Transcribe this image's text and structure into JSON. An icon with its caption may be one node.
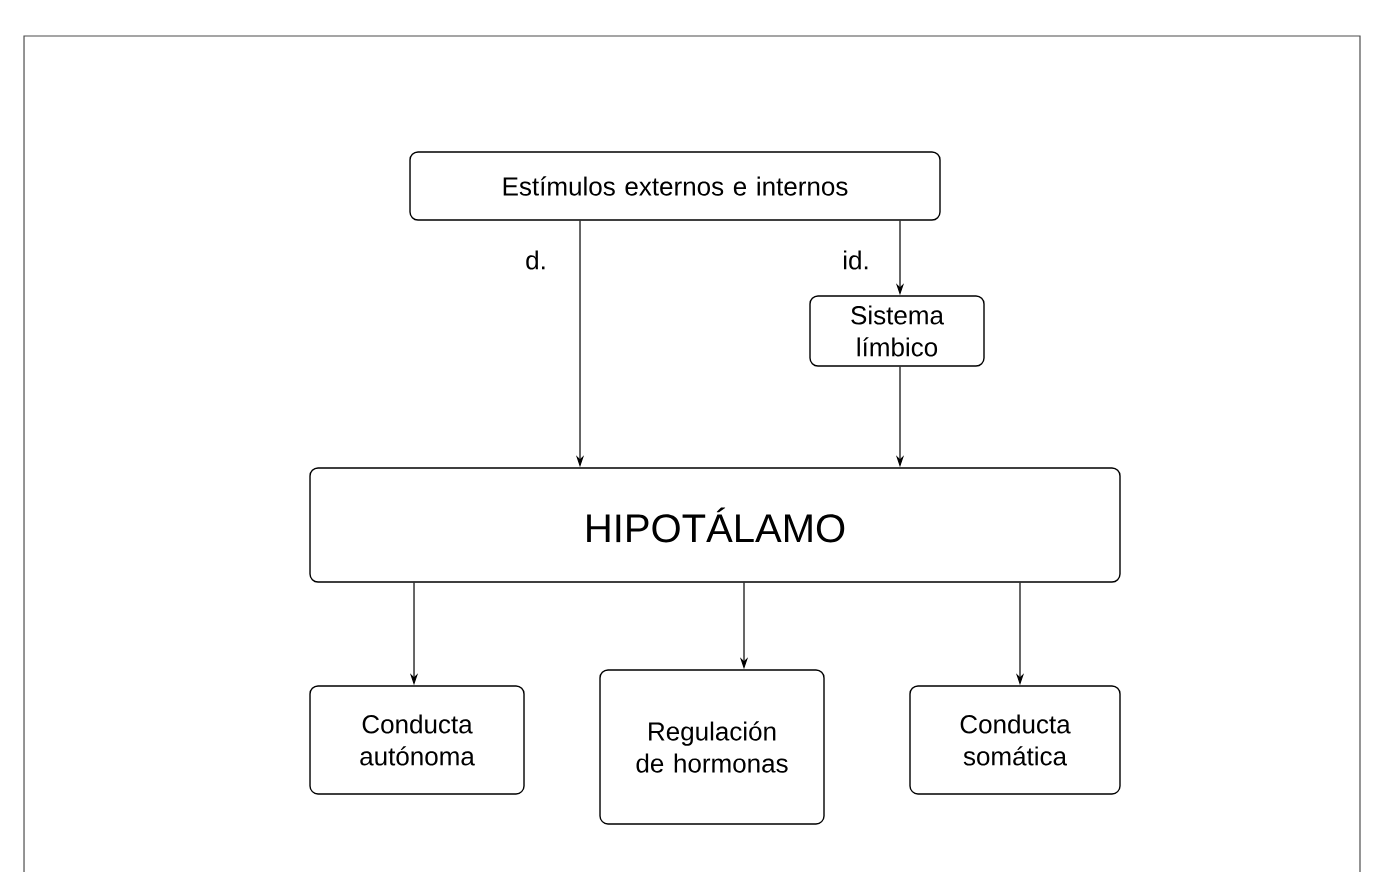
{
  "diagram": {
    "nodes": [
      {
        "text": [
          "Estímulos externos e internos"
        ]
      },
      {
        "text": [
          "Sistema límbico"
        ]
      },
      {
        "text": [
          "HIPOTÁLAMO"
        ]
      },
      {
        "text": [
          "Conducta autónoma"
        ]
      },
      {
        "text": [
          "Regulación de hormonas"
        ]
      },
      {
        "text": [
          "Conducta somática"
        ]
      }
    ],
    "edges": [
      {
        "from": 0,
        "to": 2,
        "arrow": "to",
        "label": "d."
      },
      {
        "from": 0,
        "to": 1,
        "arrow": "to",
        "label": "id."
      },
      {
        "from": 1,
        "to": 2,
        "arrow": "to"
      },
      {
        "from": 2,
        "to": 3,
        "arrow": "to"
      },
      {
        "from": 2,
        "to": 4,
        "arrow": "to"
      },
      {
        "from": 2,
        "to": 5,
        "arrow": "to"
      }
    ]
  }
}
